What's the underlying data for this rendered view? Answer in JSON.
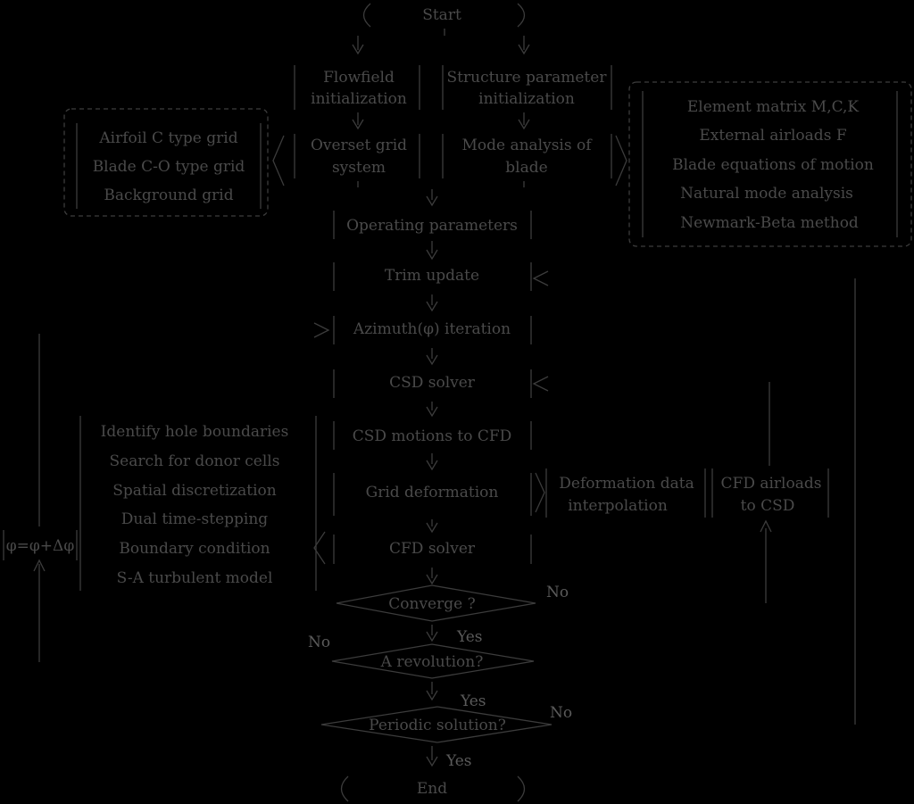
{
  "flowchart": {
    "start": "Start",
    "end": "End",
    "flowfield_init": [
      "Flowfield",
      "initialization"
    ],
    "structure_init": [
      "Structure parameter",
      "initialization"
    ],
    "overset_grid": [
      "Overset grid",
      "system"
    ],
    "mode_analysis": [
      "Mode analysis of",
      "blade"
    ],
    "operating_params": "Operating parameters",
    "trim_update": "Trim update",
    "azimuth_iteration": "Azimuth(φ) iteration",
    "csd_solver": "CSD solver",
    "csd_motions": "CSD motions to CFD",
    "grid_deformation": "Grid deformation",
    "deformation_interp": [
      "Deformation data",
      "interpolation"
    ],
    "cfd_airloads": [
      "CFD airloads",
      "to CSD"
    ],
    "cfd_solver": "CFD solver",
    "converge": "Converge ?",
    "revolution": "A revolution?",
    "periodic": "Periodic solution?",
    "phi_update": "φ=φ+Δφ",
    "yes": "Yes",
    "no": "No"
  },
  "grid_types": [
    "Airfoil C type grid",
    "Blade C-O type grid",
    "Background grid"
  ],
  "structural_items": [
    "Element matrix M,C,K",
    "External airloads F",
    "Blade equations of motion",
    "Natural mode analysis",
    "Newmark-Beta method"
  ],
  "cfd_steps": [
    "Identify hole boundaries",
    "Search for donor cells",
    "Spatial discretization",
    "Dual time-stepping",
    "Boundary condition",
    "S-A turbulent model"
  ]
}
